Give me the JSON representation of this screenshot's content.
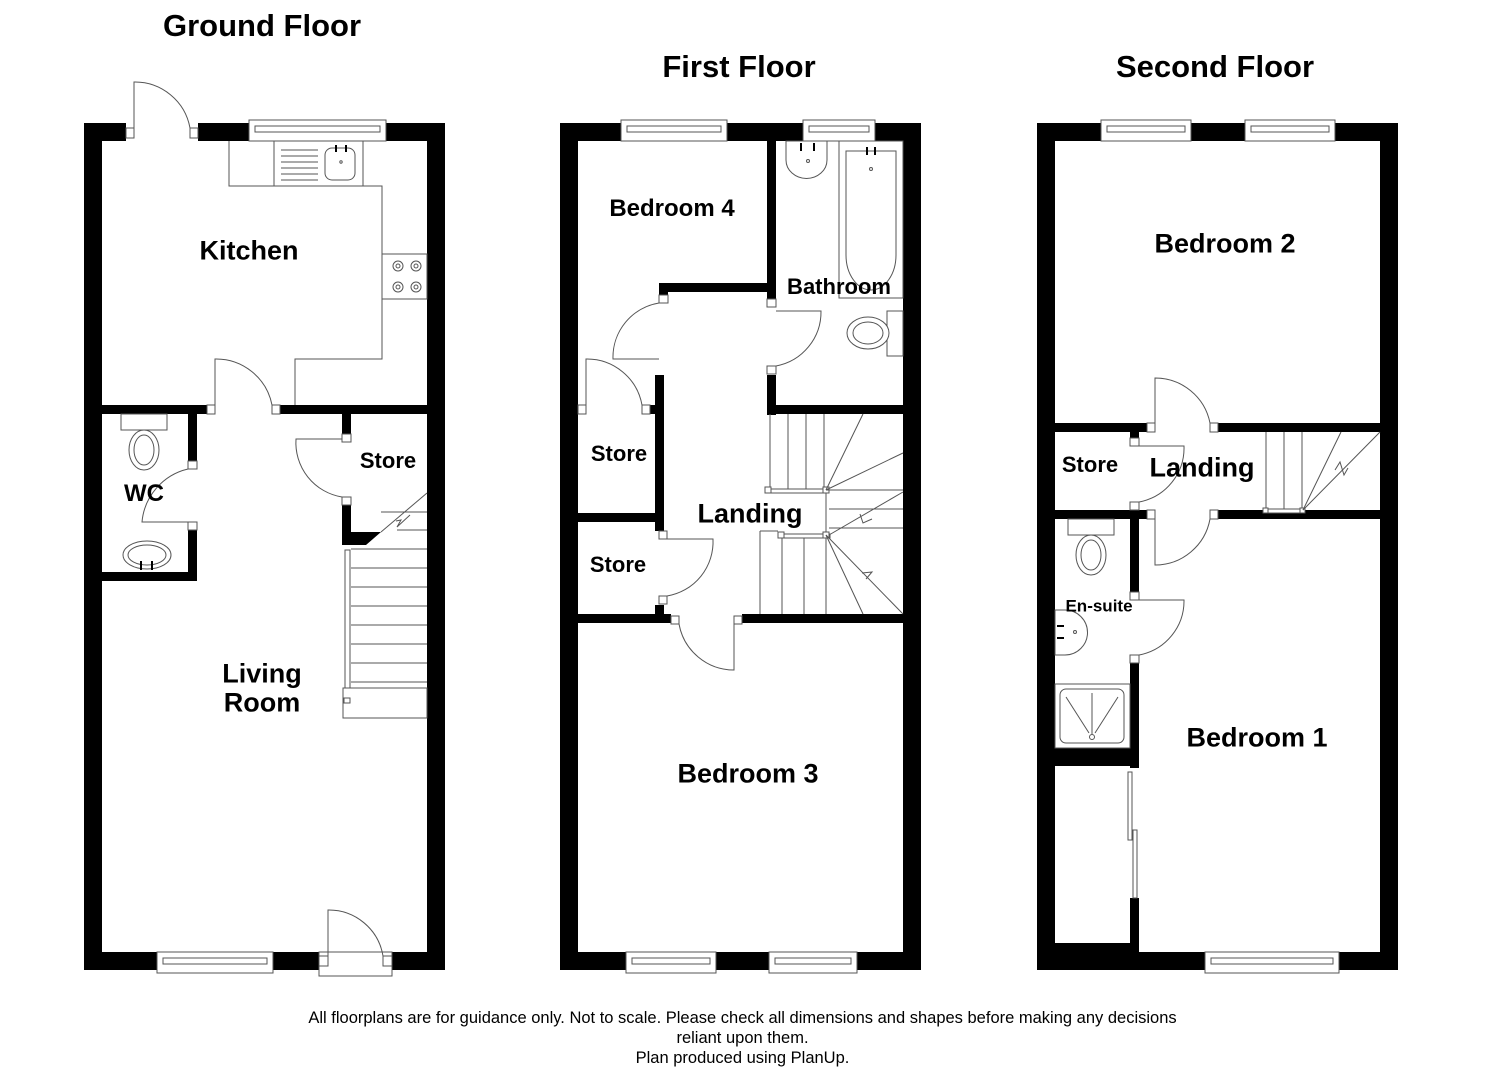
{
  "floors": [
    {
      "title": "Ground Floor",
      "rooms": [
        "Kitchen",
        "WC",
        "Store",
        "Living",
        "Room"
      ]
    },
    {
      "title": "First Floor",
      "rooms": [
        "Bedroom 4",
        "Bathroom",
        "Store",
        "Landing",
        "Store",
        "Bedroom 3"
      ]
    },
    {
      "title": "Second Floor",
      "rooms": [
        "Bedroom 2",
        "Store",
        "Landing",
        "En-suite",
        "Bedroom 1"
      ]
    }
  ],
  "footer": {
    "line1": "All floorplans are for guidance only. Not to scale. Please check all dimensions and shapes before making any decisions",
    "line2": "reliant upon them.",
    "line3": "Plan produced using PlanUp."
  },
  "colors": {
    "wall": "#000000",
    "fixture_line": "#555555",
    "background": "#ffffff"
  }
}
